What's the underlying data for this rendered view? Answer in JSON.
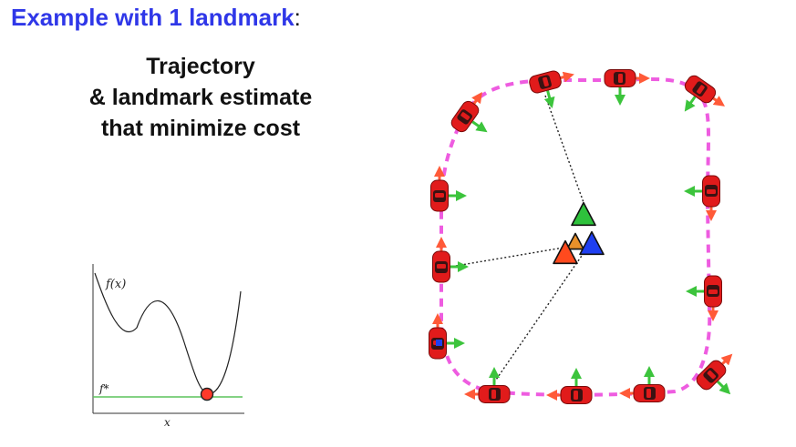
{
  "heading": {
    "highlight": "Example with 1 landmark",
    "suffix": ":"
  },
  "subtitle": {
    "lines": [
      "Trajectory",
      "& landmark estimate",
      "that minimize cost"
    ]
  },
  "plot": {
    "curve_label": "f(x)",
    "min_label": "f*",
    "x_label": "x",
    "colors": {
      "curve": "#222222",
      "min_line": "#5cc45c",
      "min_point": "#ff3a2a",
      "axis": "#333333"
    }
  },
  "scene": {
    "colors": {
      "path": "#ee5ce0",
      "car": "#e11b1b",
      "arrow_forward": "#ff5a38",
      "arrow_side": "#3cc43c",
      "link": "#222222",
      "landmark_green": "#2ec23c",
      "landmark_blue": "#1f3ff0",
      "landmark_red": "#ff4a1e",
      "landmark_orange": "#e8902a"
    }
  }
}
